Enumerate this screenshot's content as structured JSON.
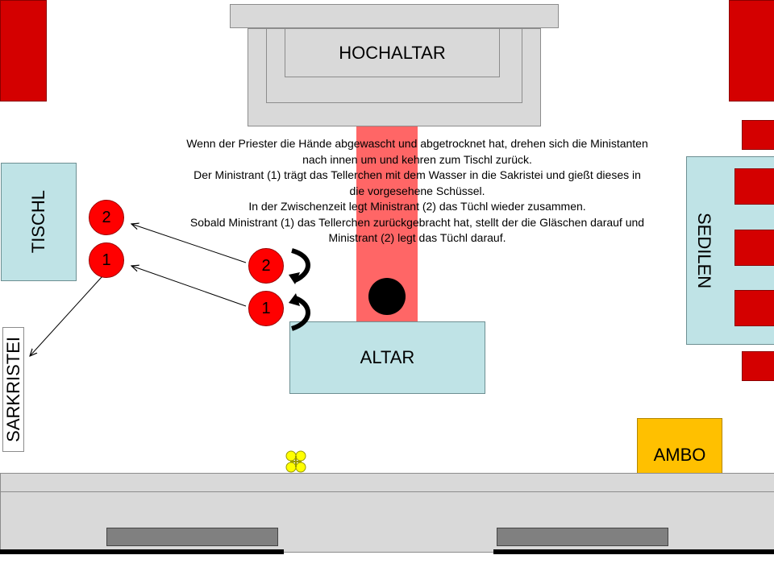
{
  "labels": {
    "hochaltar": "HOCHALTAR",
    "altar": "ALTAR",
    "tischl": "TISCHL",
    "sedilen": "SEDILEN",
    "sakristei": "SARKRISTEI",
    "ambo": "AMBO"
  },
  "servers": {
    "moving_1": "1",
    "moving_2": "2",
    "at_table_1": "1",
    "at_table_2": "2"
  },
  "explanation": [
    "Wenn der Priester die Hände abgewascht und abgetrocknet hat, drehen sich die Ministanten nach innen um und kehren zum Tischl zurück.",
    "Der Ministrant (1) trägt das Tellerchen mit dem Wasser in die Sakristei und gießt dieses in die vorgesehene Schüssel.",
    "In der Zwischenzeit legt Ministrant (2) das Tüchl wieder zusammen.",
    "Sobald Ministrant (1) das Tellerchen zurückgebracht hat, stellt der die Gläschen darauf und Ministrant (2) legt das Tüchl darauf."
  ],
  "colors": {
    "server_red": "#ff0000",
    "seat_red": "#d40000",
    "altar_blue": "#bfe3e6",
    "ambo_yellow": "#ffc000",
    "priest_path": "#ff6666",
    "stone_grey": "#d9d9d9"
  }
}
